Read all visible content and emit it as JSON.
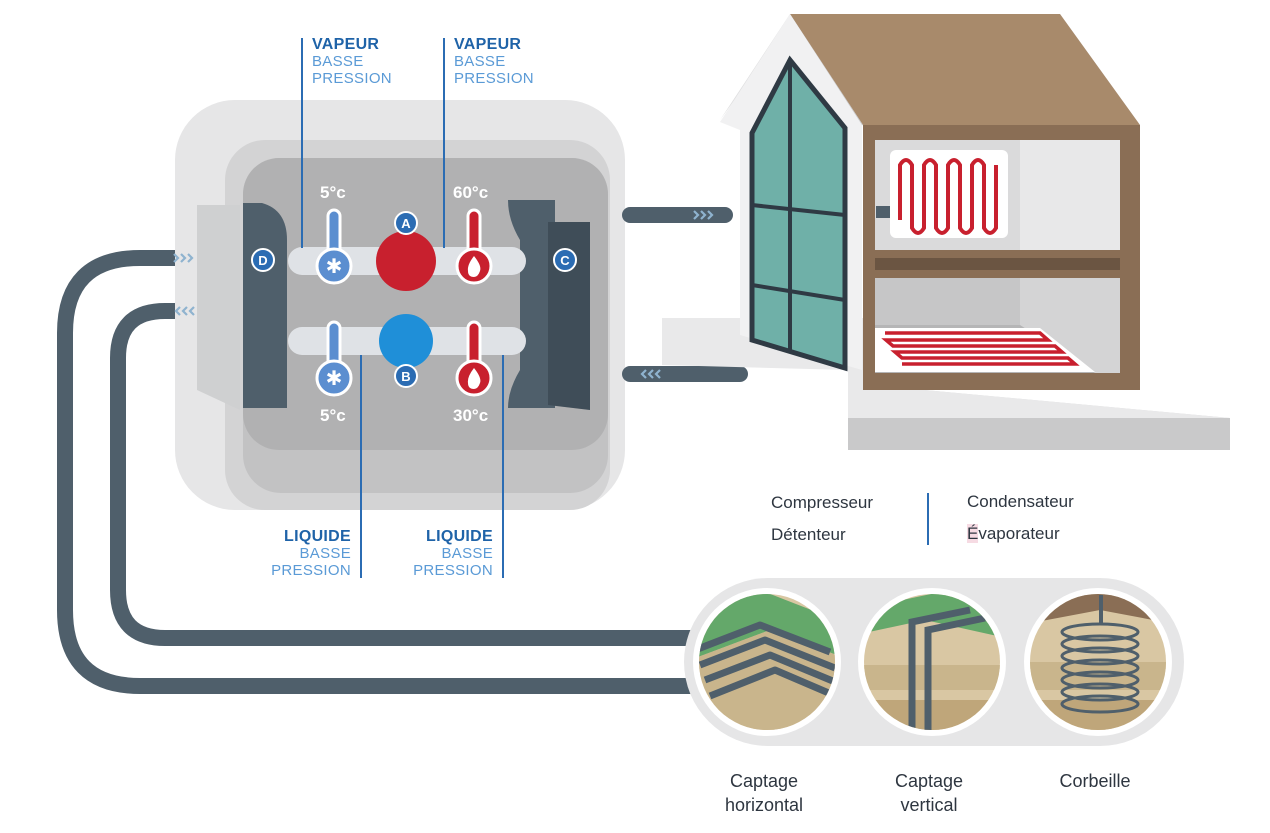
{
  "labels": {
    "top_left": {
      "title": "VAPEUR",
      "line1": "BASSE",
      "line2": "PRESSION"
    },
    "top_right": {
      "title": "VAPEUR",
      "line1": "BASSE",
      "line2": "PRESSION"
    },
    "bottom_left": {
      "title": "LIQUIDE",
      "line1": "BASSE",
      "line2": "PRESSION"
    },
    "bottom_right": {
      "title": "LIQUIDE",
      "line1": "BASSE",
      "line2": "PRESSION"
    }
  },
  "temperatures": {
    "top_left": "5°c",
    "top_right": "60°c",
    "bottom_left": "5°c",
    "bottom_right": "30°c"
  },
  "badges": {
    "a": "A",
    "b": "B",
    "c": "C",
    "d": "D"
  },
  "legend": {
    "col1": [
      "Compresseur",
      "Détenteur"
    ],
    "col2_line1": "Condensateur",
    "col2_line2_first": "É",
    "col2_line2_rest": "vaporateur"
  },
  "captions": {
    "horizontal": {
      "line1": "Captage",
      "line2": "horizontal"
    },
    "vertical": {
      "line1": "Captage",
      "line2": "vertical"
    },
    "corbeille": {
      "line1": "Corbeille"
    }
  },
  "colors": {
    "pipe": "#4f5f6b",
    "hot": "#c8202e",
    "cold": "#1f8fd8",
    "label_dark_blue": "#1f63a8",
    "label_light_blue": "#5a9ad6"
  }
}
